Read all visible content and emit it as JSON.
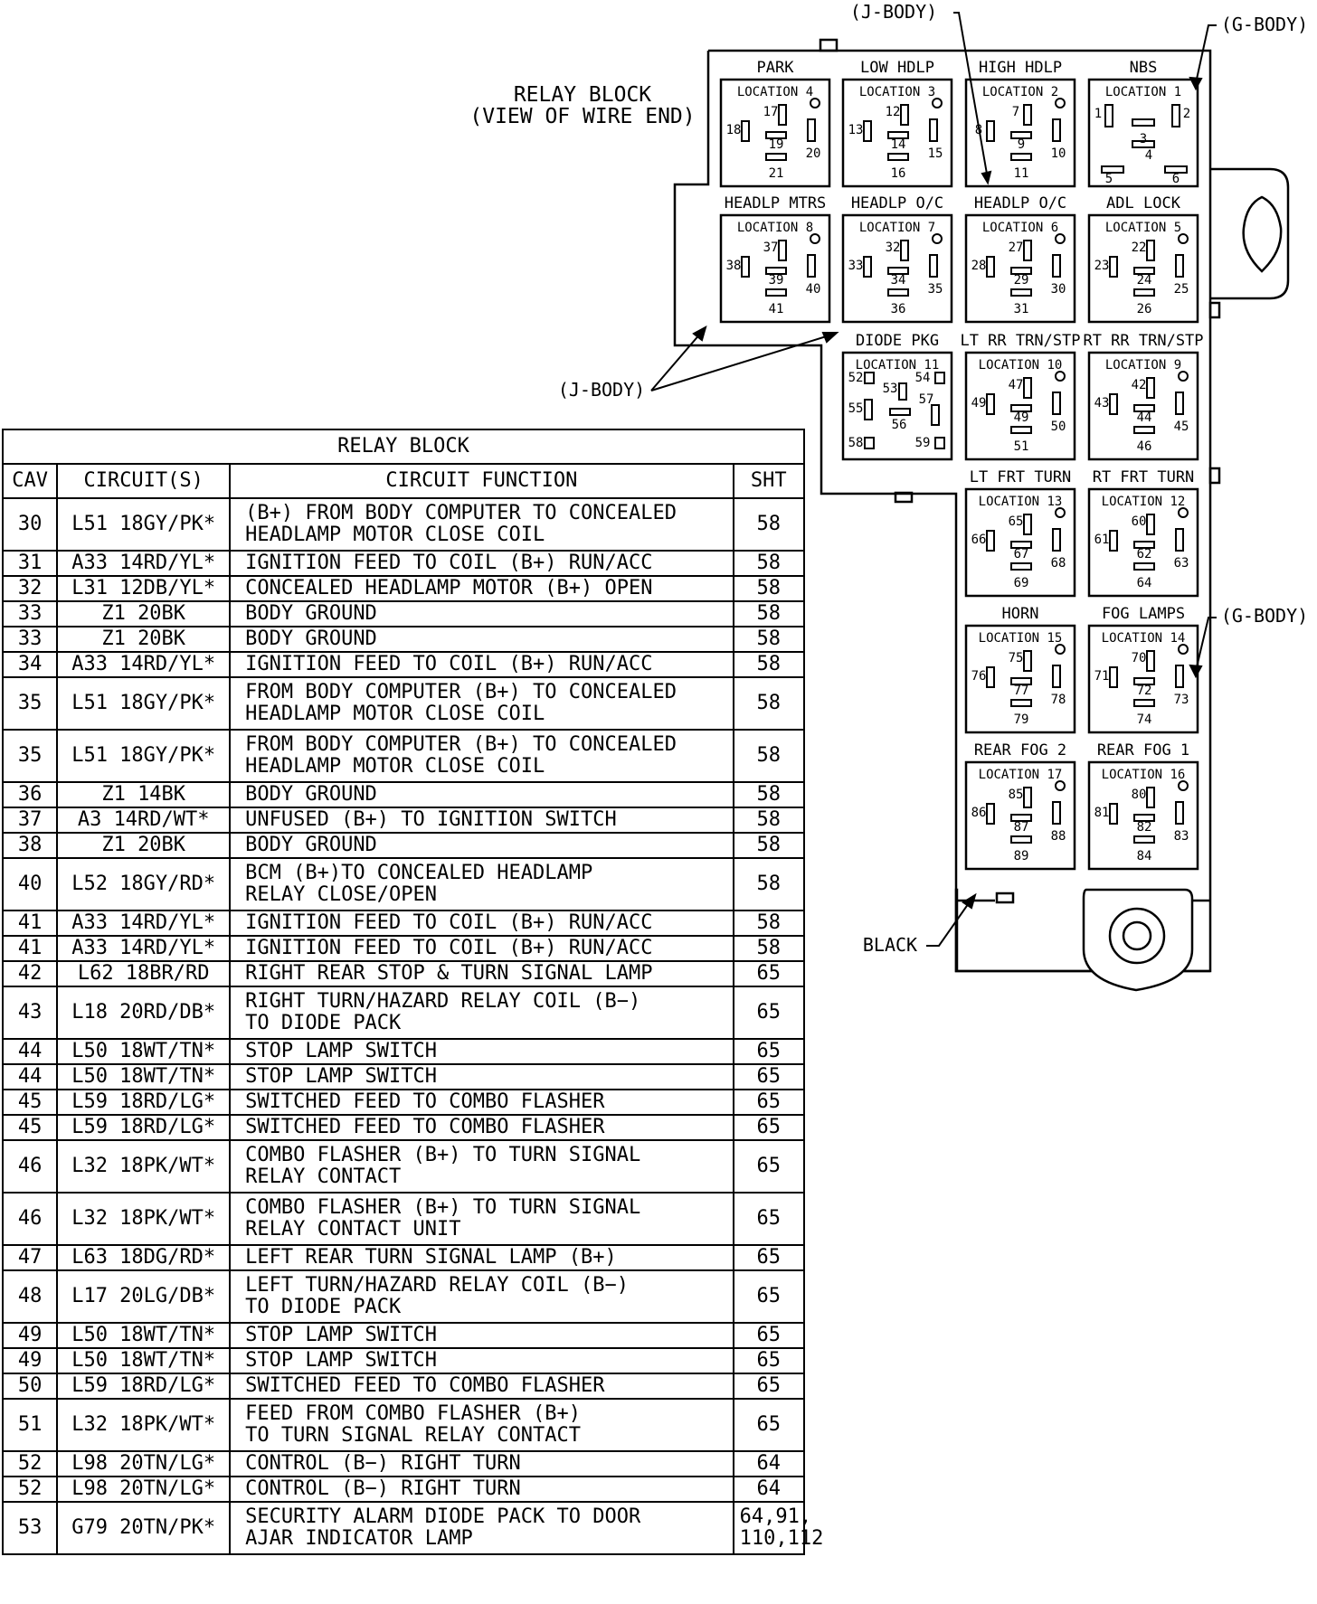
{
  "block": {
    "title": "RELAY BLOCK",
    "subtitle": "(VIEW OF WIRE END)",
    "callouts": {
      "j_body_top": "(J-BODY)",
      "g_body_top": "(G-BODY)",
      "j_body_left": "(J-BODY)",
      "g_body_right": "(G-BODY)",
      "black": "BLACK"
    }
  },
  "relays": [
    {
      "loc": "LOCATION 4",
      "name": "PARK",
      "t": [
        "17",
        "18",
        "19",
        "20",
        "21"
      ]
    },
    {
      "loc": "LOCATION 3",
      "name": "LOW HDLP",
      "t": [
        "12",
        "13",
        "14",
        "15",
        "16"
      ]
    },
    {
      "loc": "LOCATION 2",
      "name": "HIGH HDLP",
      "t": [
        "7",
        "8",
        "9",
        "10",
        "11"
      ]
    },
    {
      "loc": "LOCATION 1",
      "name": "NBS",
      "t": [
        "1",
        "2",
        "3",
        "4",
        "5",
        "6"
      ]
    },
    {
      "loc": "LOCATION 8",
      "name": "HEADLP MTRS",
      "t": [
        "37",
        "38",
        "39",
        "40",
        "41"
      ]
    },
    {
      "loc": "LOCATION 7",
      "name": "HEADLP O/C",
      "t": [
        "32",
        "33",
        "34",
        "35",
        "36"
      ]
    },
    {
      "loc": "LOCATION 6",
      "name": "HEADLP O/C",
      "t": [
        "27",
        "28",
        "29",
        "30",
        "31"
      ]
    },
    {
      "loc": "LOCATION 5",
      "name": "ADL LOCK",
      "t": [
        "22",
        "23",
        "24",
        "25",
        "26"
      ]
    },
    {
      "loc": "LOCATION 11",
      "name": "DIODE PKG",
      "t": [
        "52",
        "53",
        "54",
        "55",
        "56",
        "57",
        "58",
        "59"
      ]
    },
    {
      "loc": "LOCATION 10",
      "name": "LT RR TRN/STP",
      "t": [
        "47",
        "49",
        "49",
        "50",
        "51"
      ]
    },
    {
      "loc": "LOCATION 9",
      "name": "RT RR TRN/STP",
      "t": [
        "42",
        "43",
        "44",
        "45",
        "46"
      ]
    },
    {
      "loc": "LOCATION 13",
      "name": "LT FRT TURN",
      "t": [
        "65",
        "66",
        "67",
        "68",
        "69"
      ]
    },
    {
      "loc": "LOCATION 12",
      "name": "RT FRT TURN",
      "t": [
        "60",
        "61",
        "62",
        "63",
        "64"
      ]
    },
    {
      "loc": "LOCATION 15",
      "name": "HORN",
      "t": [
        "75",
        "76",
        "77",
        "78",
        "79"
      ]
    },
    {
      "loc": "LOCATION 14",
      "name": "FOG LAMPS",
      "t": [
        "70",
        "71",
        "72",
        "73",
        "74"
      ]
    },
    {
      "loc": "LOCATION 17",
      "name": "REAR FOG 2",
      "t": [
        "85",
        "86",
        "87",
        "88",
        "89"
      ]
    },
    {
      "loc": "LOCATION 16",
      "name": "REAR FOG 1",
      "t": [
        "80",
        "81",
        "82",
        "83",
        "84"
      ]
    }
  ],
  "table": {
    "title": "RELAY BLOCK",
    "headers": [
      "CAV",
      "CIRCUIT(S)",
      "CIRCUIT FUNCTION",
      "SHT"
    ],
    "rows": [
      {
        "cav": "30",
        "circuit": "L51 18GY/PK*",
        "func": "(B+) FROM BODY COMPUTER TO CONCEALED\nHEADLAMP MOTOR CLOSE COIL",
        "sht": "58"
      },
      {
        "cav": "31",
        "circuit": "A33 14RD/YL*",
        "func": "IGNITION FEED TO COIL (B+) RUN/ACC",
        "sht": "58"
      },
      {
        "cav": "32",
        "circuit": "L31 12DB/YL*",
        "func": "CONCEALED HEADLAMP MOTOR (B+) OPEN",
        "sht": "58"
      },
      {
        "cav": "33",
        "circuit": "Z1 20BK",
        "func": "BODY GROUND",
        "sht": "58"
      },
      {
        "cav": "33",
        "circuit": "Z1 20BK",
        "func": "BODY GROUND",
        "sht": "58"
      },
      {
        "cav": "34",
        "circuit": "A33 14RD/YL*",
        "func": "IGNITION FEED TO COIL (B+) RUN/ACC",
        "sht": "58"
      },
      {
        "cav": "35",
        "circuit": "L51 18GY/PK*",
        "func": "FROM BODY COMPUTER (B+) TO CONCEALED\nHEADLAMP MOTOR CLOSE COIL",
        "sht": "58"
      },
      {
        "cav": "35",
        "circuit": "L51 18GY/PK*",
        "func": "FROM BODY COMPUTER (B+) TO CONCEALED\nHEADLAMP MOTOR CLOSE COIL",
        "sht": "58"
      },
      {
        "cav": "36",
        "circuit": "Z1 14BK",
        "func": "BODY GROUND",
        "sht": "58"
      },
      {
        "cav": "37",
        "circuit": "A3 14RD/WT*",
        "func": "UNFUSED (B+) TO IGNITION SWITCH",
        "sht": "58"
      },
      {
        "cav": "38",
        "circuit": "Z1 20BK",
        "func": "BODY GROUND",
        "sht": "58"
      },
      {
        "cav": "40",
        "circuit": "L52 18GY/RD*",
        "func": "BCM (B+)TO CONCEALED HEADLAMP\nRELAY CLOSE/OPEN",
        "sht": "58"
      },
      {
        "cav": "41",
        "circuit": "A33 14RD/YL*",
        "func": "IGNITION FEED TO COIL (B+) RUN/ACC",
        "sht": "58"
      },
      {
        "cav": "41",
        "circuit": "A33 14RD/YL*",
        "func": "IGNITION FEED TO COIL (B+) RUN/ACC",
        "sht": "58"
      },
      {
        "cav": "42",
        "circuit": "L62 18BR/RD",
        "func": "RIGHT REAR STOP & TURN SIGNAL LAMP",
        "sht": "65"
      },
      {
        "cav": "43",
        "circuit": "L18 20RD/DB*",
        "func": "RIGHT TURN/HAZARD RELAY COIL (B−)\nTO DIODE PACK",
        "sht": "65"
      },
      {
        "cav": "44",
        "circuit": "L50 18WT/TN*",
        "func": "STOP LAMP SWITCH",
        "sht": "65"
      },
      {
        "cav": "44",
        "circuit": "L50 18WT/TN*",
        "func": "STOP LAMP SWITCH",
        "sht": "65"
      },
      {
        "cav": "45",
        "circuit": "L59 18RD/LG*",
        "func": "SWITCHED FEED TO COMBO FLASHER",
        "sht": "65"
      },
      {
        "cav": "45",
        "circuit": "L59 18RD/LG*",
        "func": "SWITCHED FEED TO COMBO FLASHER",
        "sht": "65"
      },
      {
        "cav": "46",
        "circuit": "L32 18PK/WT*",
        "func": "COMBO FLASHER (B+) TO TURN SIGNAL\nRELAY CONTACT",
        "sht": "65"
      },
      {
        "cav": "46",
        "circuit": "L32 18PK/WT*",
        "func": "COMBO FLASHER (B+) TO TURN SIGNAL\nRELAY CONTACT UNIT",
        "sht": "65"
      },
      {
        "cav": "47",
        "circuit": "L63 18DG/RD*",
        "func": "LEFT REAR TURN SIGNAL LAMP (B+)",
        "sht": "65"
      },
      {
        "cav": "48",
        "circuit": "L17 20LG/DB*",
        "func": "LEFT TURN/HAZARD RELAY COIL (B−)\nTO DIODE PACK",
        "sht": "65"
      },
      {
        "cav": "49",
        "circuit": "L50 18WT/TN*",
        "func": "STOP LAMP SWITCH",
        "sht": "65"
      },
      {
        "cav": "49",
        "circuit": "L50 18WT/TN*",
        "func": "STOP LAMP SWITCH",
        "sht": "65"
      },
      {
        "cav": "50",
        "circuit": "L59 18RD/LG*",
        "func": "SWITCHED FEED TO COMBO FLASHER",
        "sht": "65"
      },
      {
        "cav": "51",
        "circuit": "L32 18PK/WT*",
        "func": "FEED FROM COMBO FLASHER (B+)\nTO TURN SIGNAL RELAY CONTACT",
        "sht": "65"
      },
      {
        "cav": "52",
        "circuit": "L98 20TN/LG*",
        "func": "CONTROL (B−) RIGHT TURN",
        "sht": "64"
      },
      {
        "cav": "52",
        "circuit": "L98 20TN/LG*",
        "func": "CONTROL (B−) RIGHT TURN",
        "sht": "64"
      },
      {
        "cav": "53",
        "circuit": "G79 20TN/PK*",
        "func": "SECURITY ALARM DIODE PACK TO DOOR\nAJAR INDICATOR LAMP",
        "sht": "64,91,\n110,112"
      }
    ]
  }
}
